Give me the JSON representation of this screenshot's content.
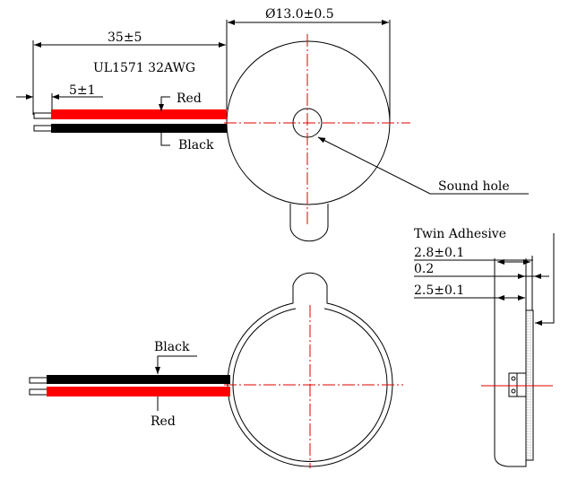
{
  "top_view": {
    "lead_length_dim": "35±5",
    "diameter_dim": "Ø13.0±0.5",
    "wire_spec": "UL1571 32AWG",
    "strip_length_dim": "5±1",
    "red_label": "Red",
    "black_label": "Black",
    "sound_hole_label": "Sound hole"
  },
  "bottom_view": {
    "black_label": "Black",
    "red_label": "Red"
  },
  "side_view": {
    "adhesive_label": "Twin Adhesive",
    "total_thickness_dim": "2.8±0.1",
    "adhesive_thickness_dim": "0.2",
    "body_thickness_dim": "2.5±0.1"
  },
  "colors": {
    "red_wire": "#ff0000",
    "black_wire": "#000000",
    "centerline": "#e00000"
  }
}
